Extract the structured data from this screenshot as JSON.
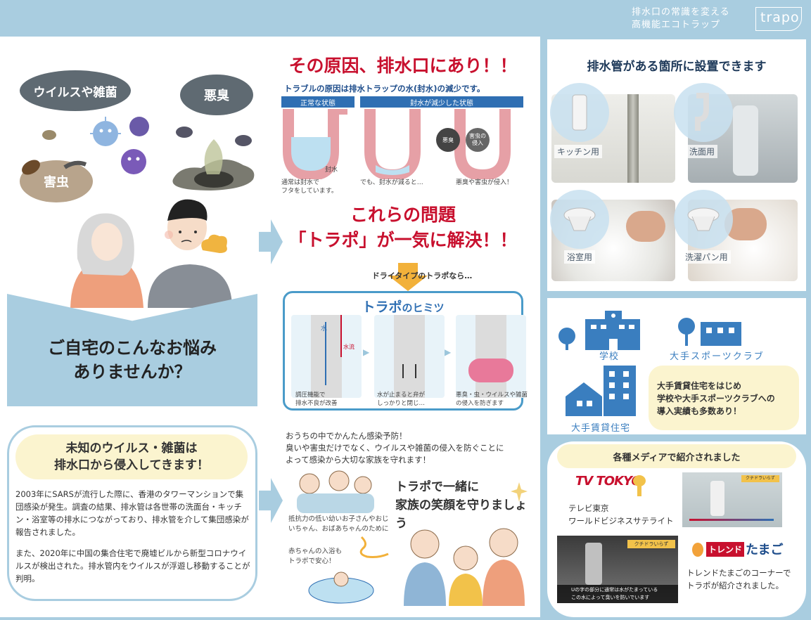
{
  "header": {
    "tagline_line1": "排水口の常識を変える",
    "tagline_line2": "高機能エコトラップ",
    "logo_text": "trapo"
  },
  "left": {
    "bubble_virus": "ウイルスや雑菌",
    "bubble_smell": "悪臭",
    "bubble_pest": "害虫",
    "question_line1": "ご自宅のこんなお悩み",
    "question_line2": "ありませんか？",
    "warning_line1": "未知のウイルス・雑菌は",
    "warning_line2": "排水口から侵入してきます！",
    "para1": "2003年にSARSが流行した際に、香港のタワーマンションで集団感染が発生。調査の結果、排水管は各世帯の洗面台・キッチン・浴室等の排水につながっており、排水管を介して集団感染が報告されました。",
    "para2": "また、2020年に中国の集合住宅で廃墟ビルから新型コロナウイルスが検出された。排水管内をウイルスが浮遊し移動することが判明。"
  },
  "middle": {
    "cause_title": "その原因、排水口にあり！！",
    "cause_sub": "トラブルの原因は排水トラップの水(封水)の減少です。",
    "normal_label": "正常な状態",
    "reduced_label": "封水が減少した状態",
    "seal_label": "封水",
    "normal_caption_1": "通常は封水で",
    "normal_caption_2": "フタをしています。",
    "reduced_caption": "でも、封水が減ると…",
    "invade_caption": "悪臭や害虫が侵入！",
    "smell_tag": "悪臭",
    "pest_tag_1": "害虫の",
    "pest_tag_2": "侵入",
    "solve_line1": "これらの問題",
    "solve_line2": "「トラポ」が一気に解決！！",
    "dry_type": "ドライタイプのトラポなら…",
    "secret_title_a": "トラポ",
    "secret_title_b": "のヒミツ",
    "step1_1": "調圧機能で",
    "step1_2": "排水不良が改善",
    "step2_1": "水が止まると弁が",
    "step2_2": "しっかりと閉じ…",
    "step3_1": "悪臭・虫・ウイルスや雑菌",
    "step3_2": "の侵入を防ぎます",
    "step_arrow": "▶",
    "step1_mark": "水",
    "step1_side": "水流",
    "family_text_1": "おうちの中でかんたん感染予防！",
    "family_text_2": "臭いや害虫だけでなく、ウイルスや雑菌の侵入を防ぐことに",
    "family_text_3": "よって感染から大切な家族を守れます！",
    "protect_line1": "トラポで一緒に",
    "protect_line2": "家族の笑顔を守りましょう",
    "kids_1": "抵抗力の低い幼いお子さんやおじ",
    "kids_2": "いちゃん、おばあちゃんのために",
    "baby_1": "赤ちゃんの入浴も",
    "baby_2": "トラポで安心！"
  },
  "right": {
    "install_title": "排水管がある箇所に設置できます",
    "kitchen": "キッチン用",
    "washbasin": "洗面用",
    "bathroom": "浴室用",
    "laundry": "洗濯パン用",
    "school": "学校",
    "sports": "大手スポーツクラブ",
    "rental": "大手賃貸住宅",
    "adopt_1": "大手賃貸住宅をはじめ",
    "adopt_2": "学校や大手スポーツクラブへの",
    "adopt_3": "導入実績も多数あり！",
    "media_title": "各種メディアで紹介されました",
    "tv_logo": "TV TOKYO",
    "tv_1": "テレビ東京",
    "tv_2": "ワールドビジネスサテライト",
    "trend_logo_a": "トレンド",
    "trend_logo_b": "たまご",
    "trend_1": "トレンドたまごのコーナーで",
    "trend_2": "トラポが紹介されました。",
    "screen_banner": "クチドラいらず",
    "screen_caption_1": "Uの字の部分に通常は水がたまっている",
    "screen_caption_2": "この水によって臭いを防いでいます"
  },
  "colors": {
    "background": "#a9cde0",
    "red_title": "#c8102e",
    "pale_blue": "#9cc6dc",
    "navy": "#1f3a5a",
    "cream": "#fbf4cf",
    "icon_blue": "#3a7ebf"
  }
}
